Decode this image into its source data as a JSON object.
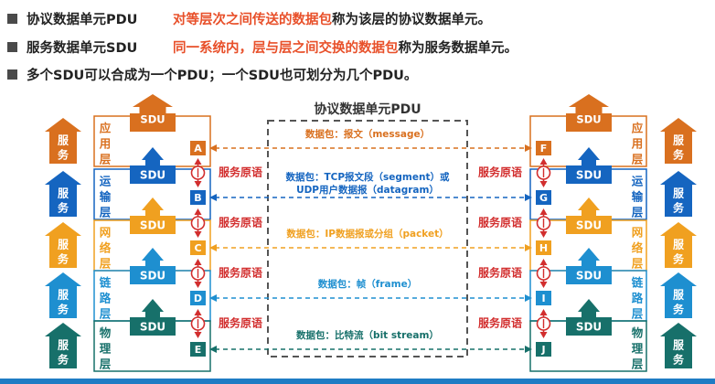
{
  "bullets": [
    {
      "term": "协议数据单元PDU",
      "emph": "对等层次之间传送的数据包",
      "rest": "称为该层的协议数据单元。"
    },
    {
      "term": "服务数据单元SDU",
      "emph": "同一系统内，层与层之间交换的数据包",
      "rest": "称为服务数据单元。"
    },
    {
      "text": "多个SDU可以合成为一个PDU；一个SDU也可划分为几个PDU。"
    }
  ],
  "diagram": {
    "title": "协议数据单元PDU",
    "sdu_label": "SDU",
    "service_label": "服务",
    "primitive_label": "服务原语",
    "layers": [
      {
        "name": "应用层",
        "color": "#d9701f",
        "left_point": "A",
        "right_point": "F",
        "packet": "数据包：报文（message）"
      },
      {
        "name": "运输层",
        "color": "#1565c0",
        "left_point": "B",
        "right_point": "G",
        "packet": "数据包：TCP报文段（segment）或 UDP用户数据报（datagram）",
        "packet_lines": [
          "数据包：TCP报文段（segment）或",
          "UDP用户数据报（datagram）"
        ]
      },
      {
        "name": "网络层",
        "color": "#f0a020",
        "left_point": "C",
        "right_point": "H",
        "packet": "数据包：IP数据报或分组（packet）"
      },
      {
        "name": "链路层",
        "color": "#1e8fd0",
        "left_point": "D",
        "right_point": "I",
        "packet": "数据包：帧（frame）"
      },
      {
        "name": "物理层",
        "color": "#17706a",
        "left_point": "E",
        "right_point": "J",
        "packet": "数据包：比特流（bit stream）"
      }
    ]
  }
}
